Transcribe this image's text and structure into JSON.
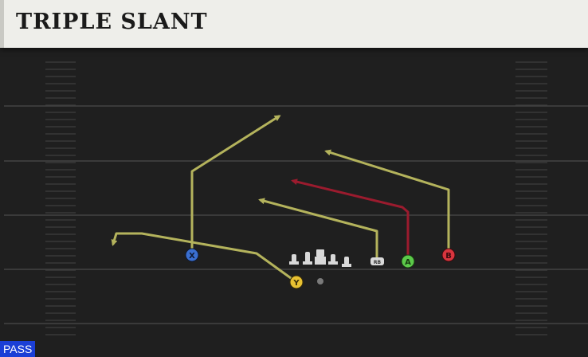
{
  "play": {
    "title": "TRIPLE SLANT",
    "type_badge": "PASS"
  },
  "players": [
    {
      "label": "X",
      "role": "receiver",
      "color": "#3a6fd0"
    },
    {
      "label": "Y",
      "role": "receiver",
      "color": "#e8c132"
    },
    {
      "label": "A",
      "role": "receiver",
      "color": "#5cc94a"
    },
    {
      "label": "B",
      "role": "receiver",
      "color": "#d8353e"
    },
    {
      "label": "RB",
      "role": "running-back",
      "color": "#d9d9d9"
    }
  ],
  "colors": {
    "route_primary": "#b4b35c",
    "route_highlight": "#9b1b2e",
    "field": "#1f1f1f",
    "yard_line": "#3a3a3a",
    "hash": "#444444",
    "lineman": "#d9d9d9",
    "ball": "#7a7a7a"
  }
}
